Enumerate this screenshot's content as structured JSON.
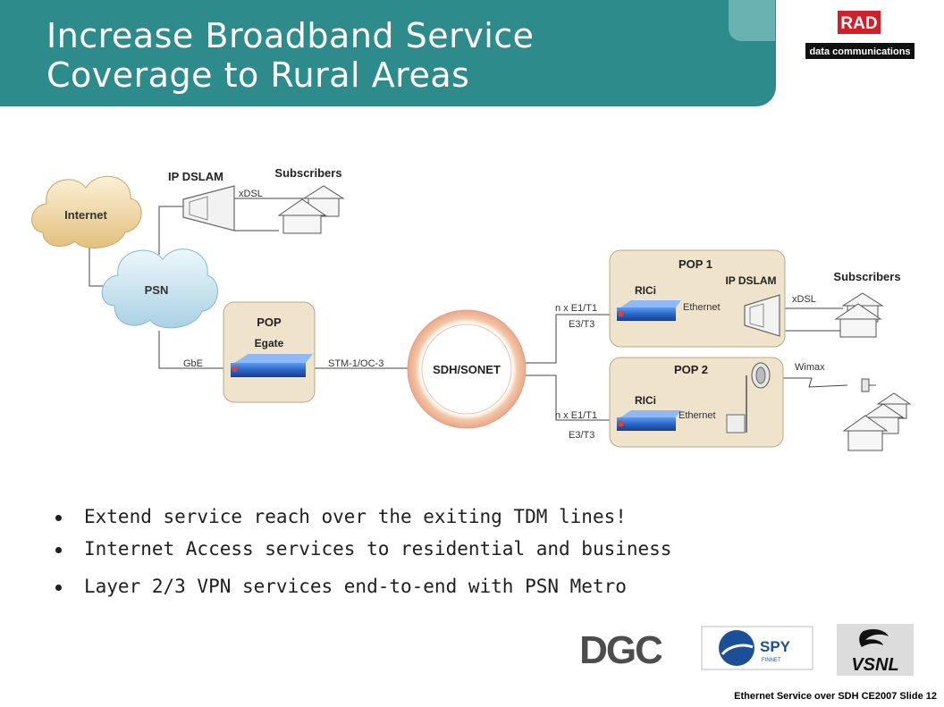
{
  "title": {
    "line1": "Increase Broadband Service",
    "line2": "Coverage to Rural Areas"
  },
  "logo": {
    "rad_text": "RAD",
    "rad_subtitle": "data communications"
  },
  "diagram": {
    "internet": "Internet",
    "psn": "PSN",
    "ip_dslam_top": "IP DSLAM",
    "subscribers_top": "Subscribers",
    "xdsl_top": "xDSL",
    "pop_left": "POP",
    "egate": "Egate",
    "gbe": "GbE",
    "stm": "STM-1/OC-3",
    "sdh_sonet": "SDH/SONET",
    "pop1": "POP 1",
    "pop2": "POP 2",
    "rici1": "RICi",
    "rici2": "RICi",
    "ip_dslam_right": "IP DSLAM",
    "subscribers_right": "Subscribers",
    "xdsl_right": "xDSL",
    "nxe1_1": "n x E1/T1",
    "e3t3_1": "E3/T3",
    "nxe1_2": "n x E1/T1",
    "e3t3_2": "E3/T3",
    "ethernet1": "Ethernet",
    "ethernet2": "Ethernet",
    "wimax": "Wimax"
  },
  "bullets": [
    "Extend service reach over the exiting TDM lines!",
    "Internet Access services to residential and business",
    "Layer 2/3 VPN services end-to-end with PSN Metro"
  ],
  "partners": {
    "dgc": "DGC",
    "spy": "SPY",
    "spy_sub": "FINNET",
    "vsnl": "VSNL"
  },
  "footer": "Ethernet Service over SDH  CE2007 Slide 12",
  "colors": {
    "title_bg": "#2e8b8b",
    "cloud": "#f0d9a6",
    "psn_cloud": "#cfe6ef",
    "pop_box": "#efe3cc",
    "device": "#2a66c9"
  }
}
